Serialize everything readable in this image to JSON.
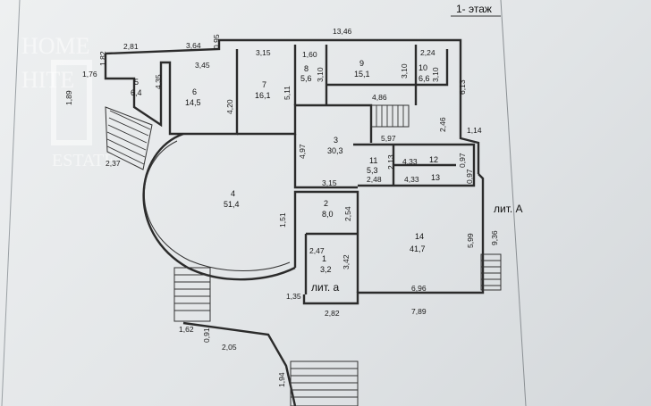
{
  "plan": {
    "floor_title": "1- этаж",
    "lit_a_upper": "лит. А",
    "lit_a_lower": "лит. а"
  },
  "watermark": {
    "line1": "HOME",
    "line2": "HITE",
    "line3": "ESTATE"
  },
  "rooms": [
    {
      "num": "1",
      "area": "3,2"
    },
    {
      "num": "2",
      "area": "8,0"
    },
    {
      "num": "3",
      "area": "30,3"
    },
    {
      "num": "4",
      "area": "51,4"
    },
    {
      "num": "5",
      "area": "6,4"
    },
    {
      "num": "6",
      "area": "14,5"
    },
    {
      "num": "7",
      "area": "16,1"
    },
    {
      "num": "8",
      "area": "5,6"
    },
    {
      "num": "9",
      "area": "15,1"
    },
    {
      "num": "10",
      "area": "6,6"
    },
    {
      "num": "11",
      "area": "5,3"
    },
    {
      "num": "12",
      "area": ""
    },
    {
      "num": "13",
      "area": ""
    },
    {
      "num": "14",
      "area": "41,7"
    }
  ],
  "dimensions": [
    "13,46",
    "2,81",
    "3,64",
    "0,95",
    "1,76",
    "1,82",
    "3,45",
    "3,15",
    "1,60",
    "2,24",
    "4,35",
    "4,20",
    "5,11",
    "3,10",
    "3,10",
    "3,10",
    "4,86",
    "6,13",
    "1,89",
    "2,46",
    "5,97",
    "1,14",
    "4,97",
    "4,33",
    "0,97",
    "0,97",
    "2,13",
    "2,48",
    "4,33",
    "3,15",
    "1,51",
    "2,54",
    "5,99",
    "9,36",
    "2,47",
    "3,42",
    "1,35",
    "6,96",
    "2,82",
    "7,89",
    "1,62",
    "0,91",
    "2,05",
    "1,94",
    "2,37"
  ]
}
